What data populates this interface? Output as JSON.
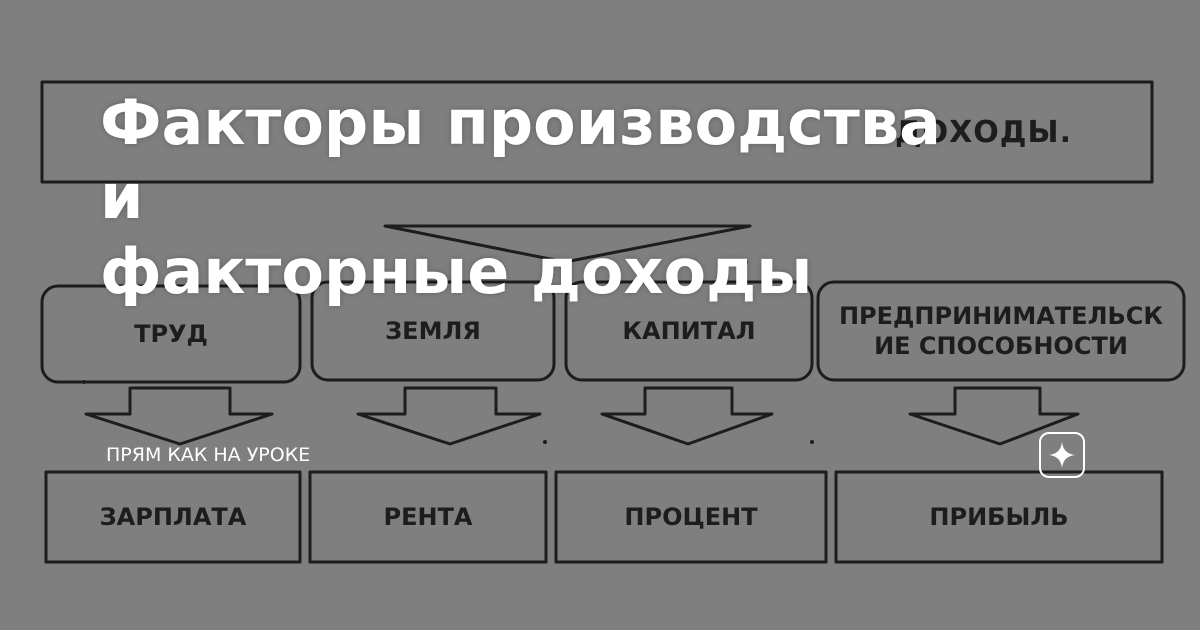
{
  "header": {
    "visible_fragment": "ДОХОДЫ."
  },
  "title": {
    "line1": "Факторы производства и",
    "line2": "факторные доходы"
  },
  "factors": [
    {
      "label_line1": "ТРУД",
      "label_line2": ""
    },
    {
      "label_line1": "ЗЕМЛЯ",
      "label_line2": ""
    },
    {
      "label_line1": "КАПИТАЛ",
      "label_line2": ""
    },
    {
      "label_line1": "ПРЕДПРИНИМАТЕЛЬСК",
      "label_line2": "ИЕ СПОСОБНОСТИ"
    }
  ],
  "incomes": [
    {
      "label": "ЗАРПЛАТА"
    },
    {
      "label": "РЕНТА"
    },
    {
      "label": "ПРОЦЕНТ"
    },
    {
      "label": "ПРИБЫЛЬ"
    }
  ],
  "channel": {
    "name": "ПРЯМ КАК НА УРОКЕ"
  },
  "icons": {
    "badge": "sparkle-star-icon"
  },
  "colors": {
    "background": "#7f7f7f",
    "stroke": "#1d1d1d",
    "title": "#ffffff"
  }
}
